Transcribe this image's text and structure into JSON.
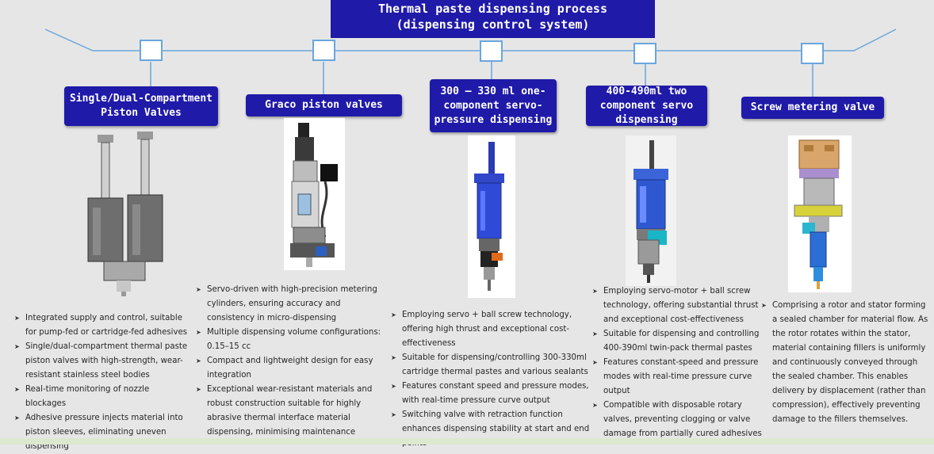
{
  "title": {
    "line1": "Thermal paste dispensing process",
    "line2": "(dispensing control system)"
  },
  "colors": {
    "banner": "#1f1aa8",
    "connector": "#6aa6dd",
    "background": "#e6e6e6"
  },
  "columns": [
    {
      "label": "Single/Dual-Compartment Piston Valves",
      "image": "dual-piston-valve-icon",
      "bullets": [
        "Integrated supply and control, suitable for pump-fed or cartridge-fed adhesives",
        "Single/dual-compartment thermal paste piston valves with high-strength, wear-resistant stainless steel bodies",
        "Real-time monitoring of nozzle blockages",
        "Adhesive pressure injects material into piston sleeves, eliminating uneven dispensing"
      ]
    },
    {
      "label": "Graco piston valves",
      "image": "graco-piston-valve-icon",
      "bullets": [
        "Servo-driven with high-precision metering cylinders, ensuring accuracy and consistency in micro-dispensing",
        "Multiple dispensing volume configurations: 0.15–15 cc",
        "Compact and lightweight design for easy integration",
        "Exceptional wear-resistant materials and robust construction suitable for highly abrasive thermal interface material dispensing, minimising maintenance"
      ]
    },
    {
      "label": "300 – 330 ml one-component servo-pressure dispensing",
      "image": "servo-pressure-dispenser-icon",
      "bullets": [
        "Employing servo + ball screw technology, offering high thrust and exceptional cost-effectiveness",
        "Suitable for dispensing/controlling 300-330ml cartridge thermal pastes and various sealants",
        "Features constant speed and pressure modes, with real-time pressure curve output",
        "Switching valve with retraction function enhances dispensing stability at start and end points"
      ]
    },
    {
      "label": "400-490ml two component servo dispensing",
      "image": "two-component-dispenser-icon",
      "bullets": [
        "Employing servo-motor + ball screw technology, offering substantial thrust and exceptional cost-effectiveness",
        "Suitable for dispensing and controlling 400-390ml twin-pack thermal pastes",
        "Features constant-speed and pressure modes with real-time pressure curve output",
        "Compatible with disposable rotary valves, preventing clogging or valve damage from partially cured adhesives"
      ]
    },
    {
      "label": "Screw metering valve",
      "image": "screw-metering-valve-icon",
      "bullets": [
        "Comprising a rotor and stator forming a sealed chamber for material flow. As the rotor rotates within the stator, material containing fillers is uniformly and continuously conveyed through the sealed chamber. This enables delivery by displacement (rather than compression), effectively preventing damage to the fillers themselves."
      ]
    }
  ]
}
